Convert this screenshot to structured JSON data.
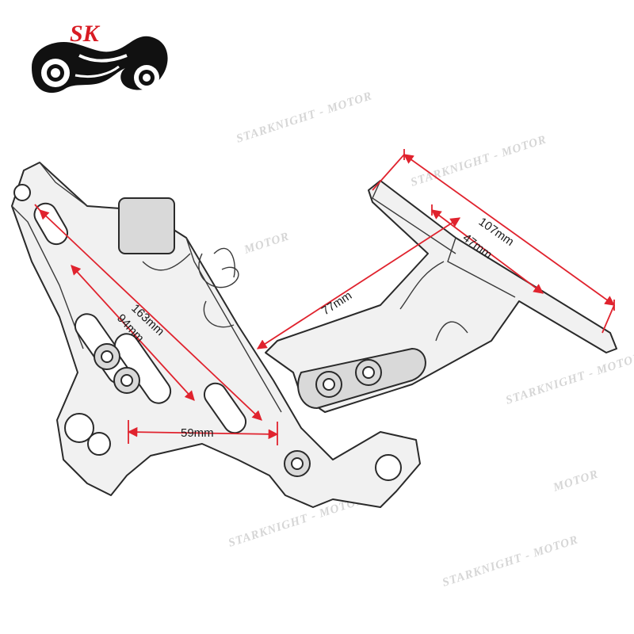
{
  "brand": {
    "logo_letters": "SK",
    "logo_color": "#d81b23"
  },
  "watermarks": [
    "STARKNIGHT - MOTOR",
    "STARKNIGHT - MOTOR",
    "MOTOR",
    "STARKNIGHT - MOTOR",
    "STARKNIGHT - MOTOR",
    "STARKNIGHT - MOTOR",
    "MOTOR"
  ],
  "dimensions": {
    "d107": "107mm",
    "d47": "47mm",
    "d77": "77mm",
    "d163": "163mm",
    "d94": "94mm",
    "d59": "59mm"
  },
  "colors": {
    "dimension_line": "#e0232e",
    "outline": "#2a2a2a",
    "watermark": "#d6d6d6"
  }
}
